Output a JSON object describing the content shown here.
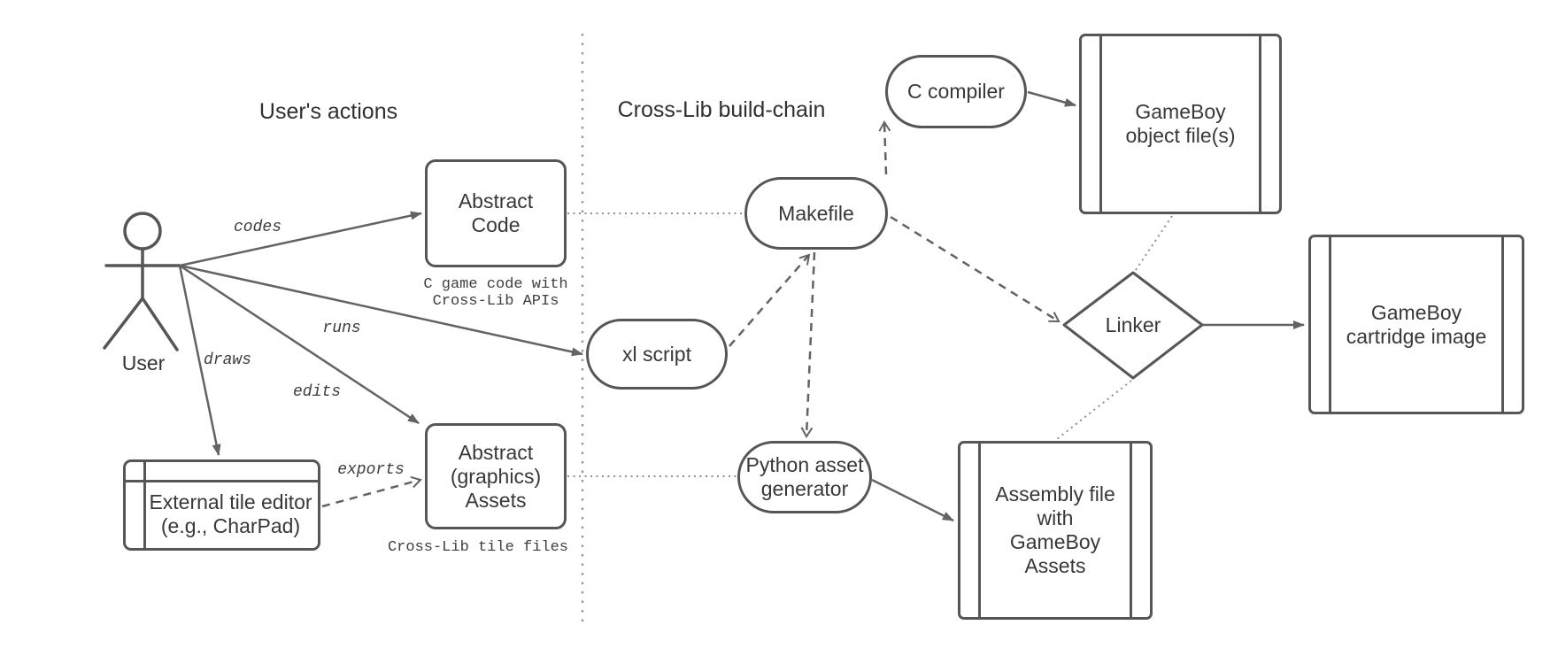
{
  "titles": {
    "left": "User's actions",
    "right": "Cross-Lib build-chain"
  },
  "actor": {
    "label": "User"
  },
  "nodes": {
    "abstract_code": {
      "label": "Abstract\nCode",
      "caption": "C game code with\nCross-Lib APIs"
    },
    "abstract_assets": {
      "label": "Abstract\n(graphics)\nAssets",
      "caption": "Cross-Lib tile files"
    },
    "tile_editor": {
      "label": "External tile editor\n(e.g., CharPad)"
    },
    "xl_script": {
      "label": "xl script"
    },
    "makefile": {
      "label": "Makefile"
    },
    "c_compiler": {
      "label": "C compiler"
    },
    "object_files": {
      "label": "GameBoy\nobject file(s)"
    },
    "linker": {
      "label": "Linker"
    },
    "cartridge_image": {
      "label": "GameBoy\ncartridge image"
    },
    "python_generator": {
      "label": "Python asset\ngenerator"
    },
    "assembly_file": {
      "label": "Assembly file\nwith\nGameBoy\nAssets"
    }
  },
  "edges": [
    {
      "from": "User",
      "to": "Abstract Code",
      "label": "codes",
      "style": "solid-arrow"
    },
    {
      "from": "User",
      "to": "xl script",
      "label": "runs",
      "style": "solid-arrow"
    },
    {
      "from": "User",
      "to": "External tile editor (e.g., CharPad)",
      "label": "draws",
      "style": "solid-arrow"
    },
    {
      "from": "User",
      "to": "Abstract (graphics) Assets",
      "label": "edits",
      "style": "solid-arrow"
    },
    {
      "from": "External tile editor (e.g., CharPad)",
      "to": "Abstract (graphics) Assets",
      "label": "exports",
      "style": "dashed-arrow"
    },
    {
      "from": "xl script",
      "to": "Makefile",
      "label": "",
      "style": "dashed-arrow"
    },
    {
      "from": "Makefile",
      "to": "C compiler",
      "label": "",
      "style": "dashed-arrow"
    },
    {
      "from": "Makefile",
      "to": "Linker",
      "label": "",
      "style": "dashed-arrow"
    },
    {
      "from": "Makefile",
      "to": "Python asset generator",
      "label": "",
      "style": "dashed-arrow"
    },
    {
      "from": "Abstract Code",
      "to": "Makefile",
      "label": "",
      "style": "dotted"
    },
    {
      "from": "Abstract (graphics) Assets",
      "to": "Python asset generator",
      "label": "",
      "style": "dotted"
    },
    {
      "from": "GameBoy object file(s)",
      "to": "Linker",
      "label": "",
      "style": "dotted"
    },
    {
      "from": "Linker",
      "to": "Assembly file with GameBoy Assets",
      "label": "",
      "style": "dotted"
    },
    {
      "from": "C compiler",
      "to": "GameBoy object file(s)",
      "label": "",
      "style": "solid-arrow"
    },
    {
      "from": "Python asset generator",
      "to": "Assembly file with GameBoy Assets",
      "label": "",
      "style": "solid-arrow"
    },
    {
      "from": "Linker",
      "to": "GameBoy cartridge image",
      "label": "",
      "style": "solid-arrow"
    }
  ],
  "colors": {
    "background": "#ffffff",
    "shape_stroke": "#565656",
    "edge_stroke": "#636363",
    "dotted_stroke": "#8f8f8f",
    "text": "#333333"
  }
}
